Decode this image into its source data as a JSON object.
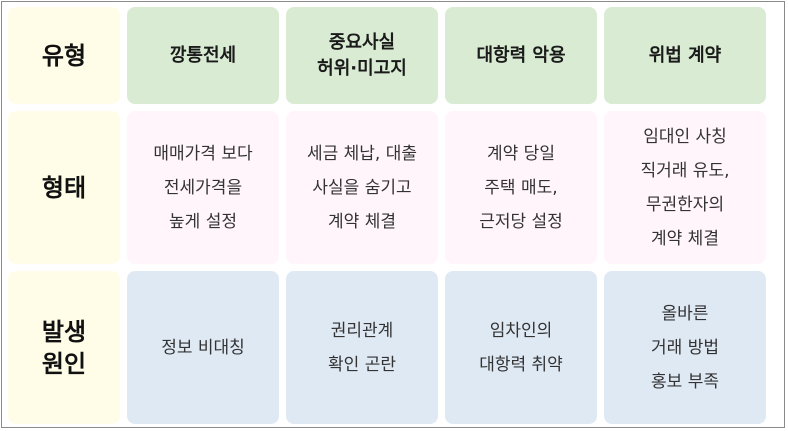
{
  "table": {
    "row_headers": [
      "유형",
      "형태",
      "발생\n원인"
    ],
    "columns": [
      "깡통전세",
      "중요사실\n허위·미고지",
      "대항력 악용",
      "위법 계약"
    ],
    "forms": [
      "매매가격 보다\n전세가격을\n높게 설정",
      "세금 체납, 대출\n사실을 숨기고\n계약 체결",
      "계약 당일\n주택 매도,\n근저당 설정",
      "임대인 사칭\n직거래 유도,\n무권한자의\n계약 체결"
    ],
    "causes": [
      "정보 비대칭",
      "권리관계\n확인 곤란",
      "임차인의\n대항력 취약",
      "올바른\n거래 방법\n홍보 부족"
    ]
  }
}
